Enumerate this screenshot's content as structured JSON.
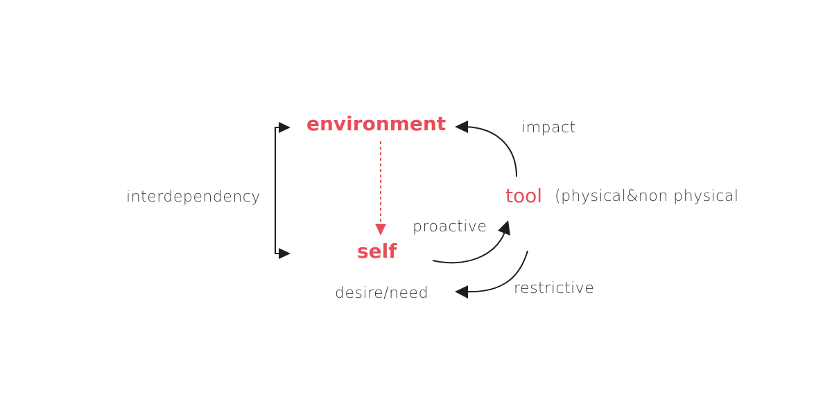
{
  "colors": {
    "accent": "#ea4c59",
    "text": "#3a3a3a",
    "arrow": "#1e1e1e"
  },
  "nodes": {
    "environment": "environment",
    "self": "self",
    "tool": "tool"
  },
  "labels": {
    "tool_note": "(physical&non physical",
    "impact": "impact",
    "proactive": "proactive",
    "restrictive": "restrictive",
    "desire_need": "desire/need",
    "interdependency": "interdependency"
  }
}
